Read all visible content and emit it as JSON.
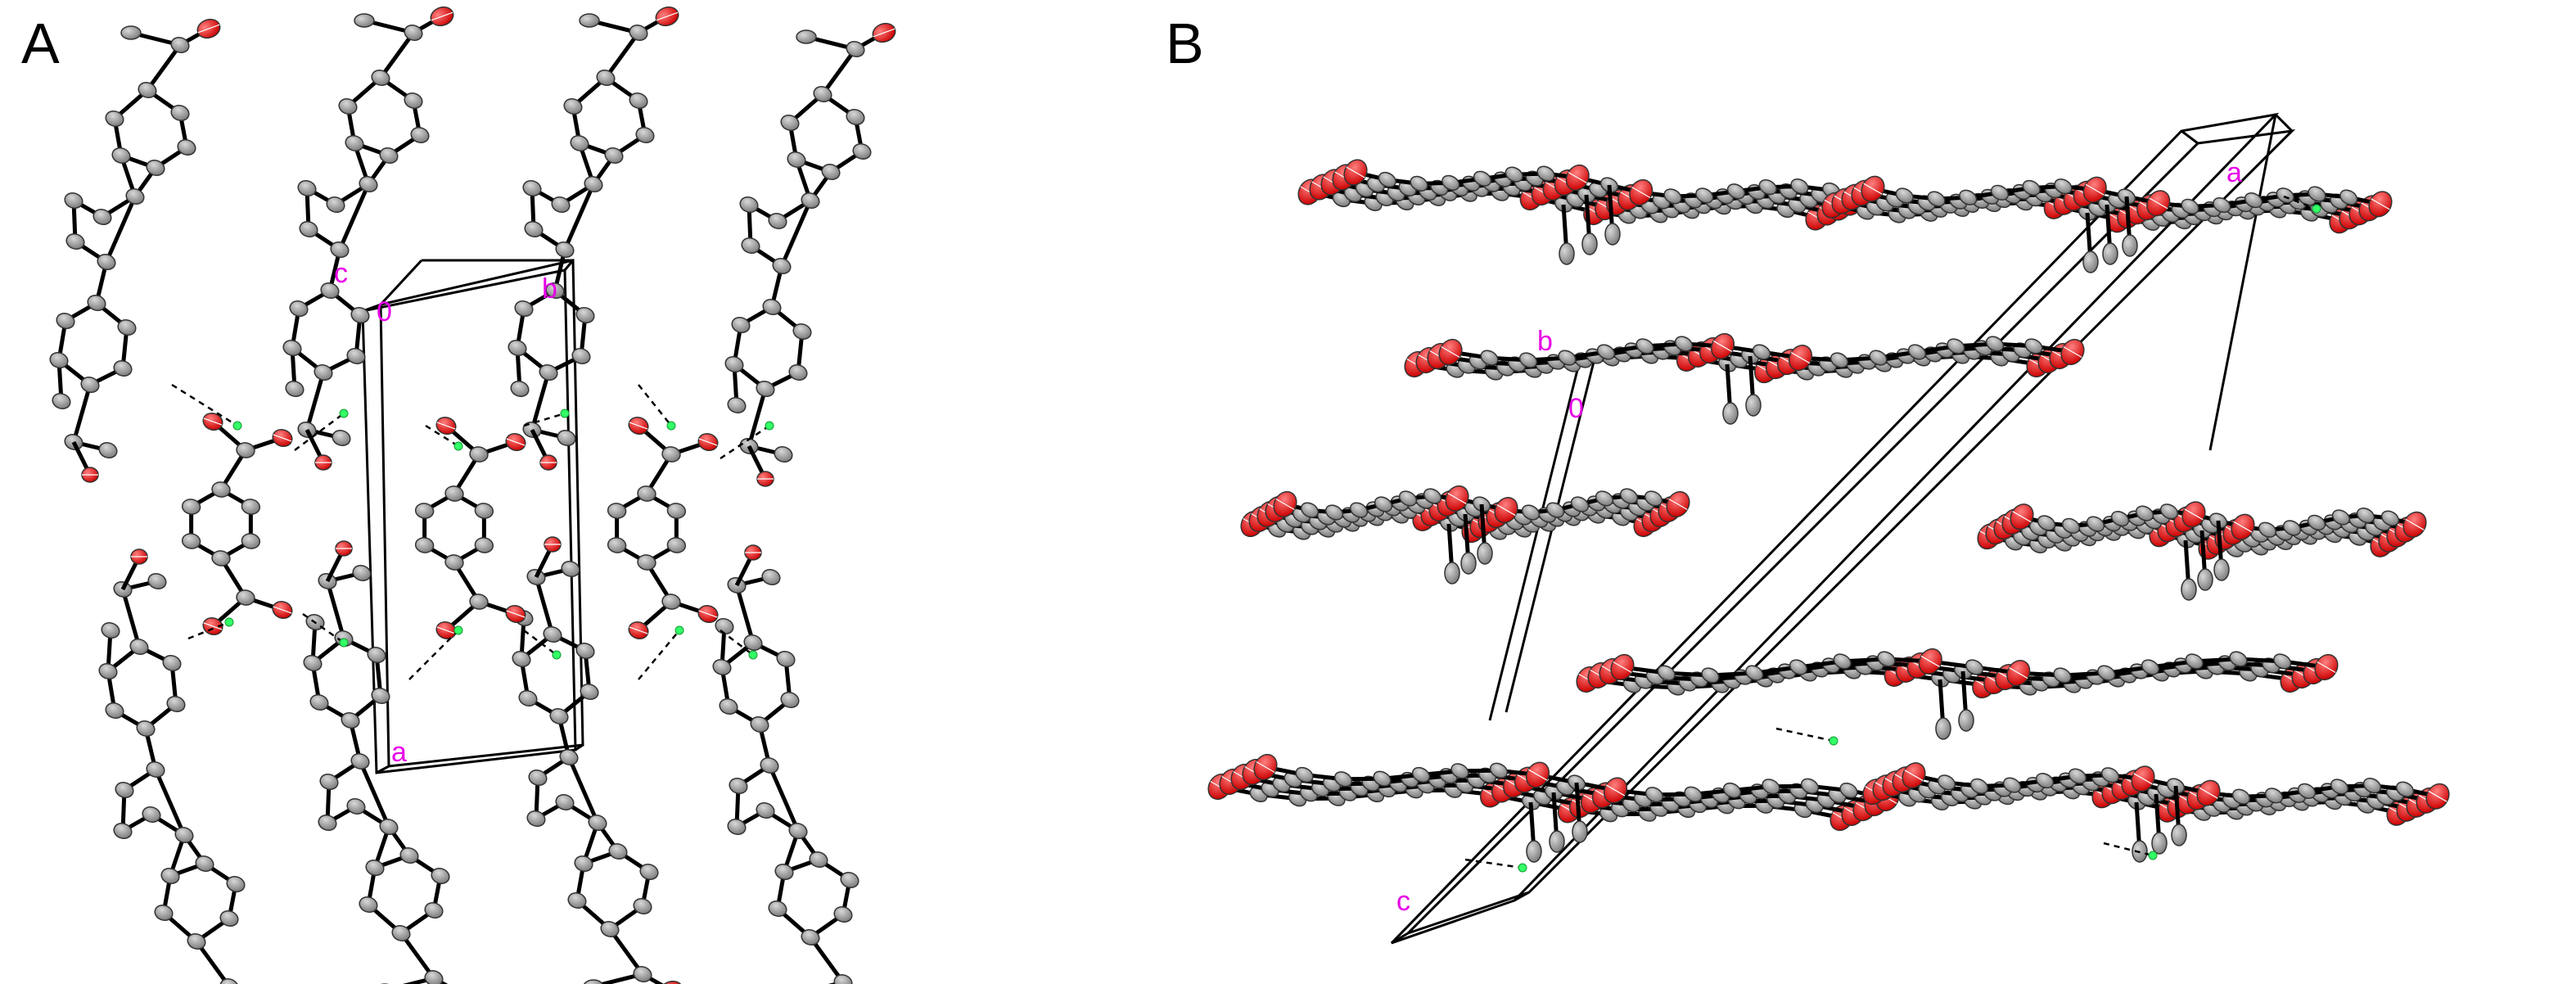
{
  "panels": [
    {
      "letter": "A",
      "axis_labels": {
        "a": "a",
        "b": "b",
        "c": "c",
        "origin": "0"
      }
    },
    {
      "letter": "B",
      "axis_labels": {
        "a": "a",
        "b": "b",
        "c": "c",
        "origin": "0"
      }
    }
  ],
  "colors": {
    "carbon": "#9a9a9a",
    "oxygen": "#ff0000",
    "hydrogen": "#33ff66",
    "bond": "#000000",
    "hbond": "#000000",
    "axis_label": "#e800e8"
  }
}
